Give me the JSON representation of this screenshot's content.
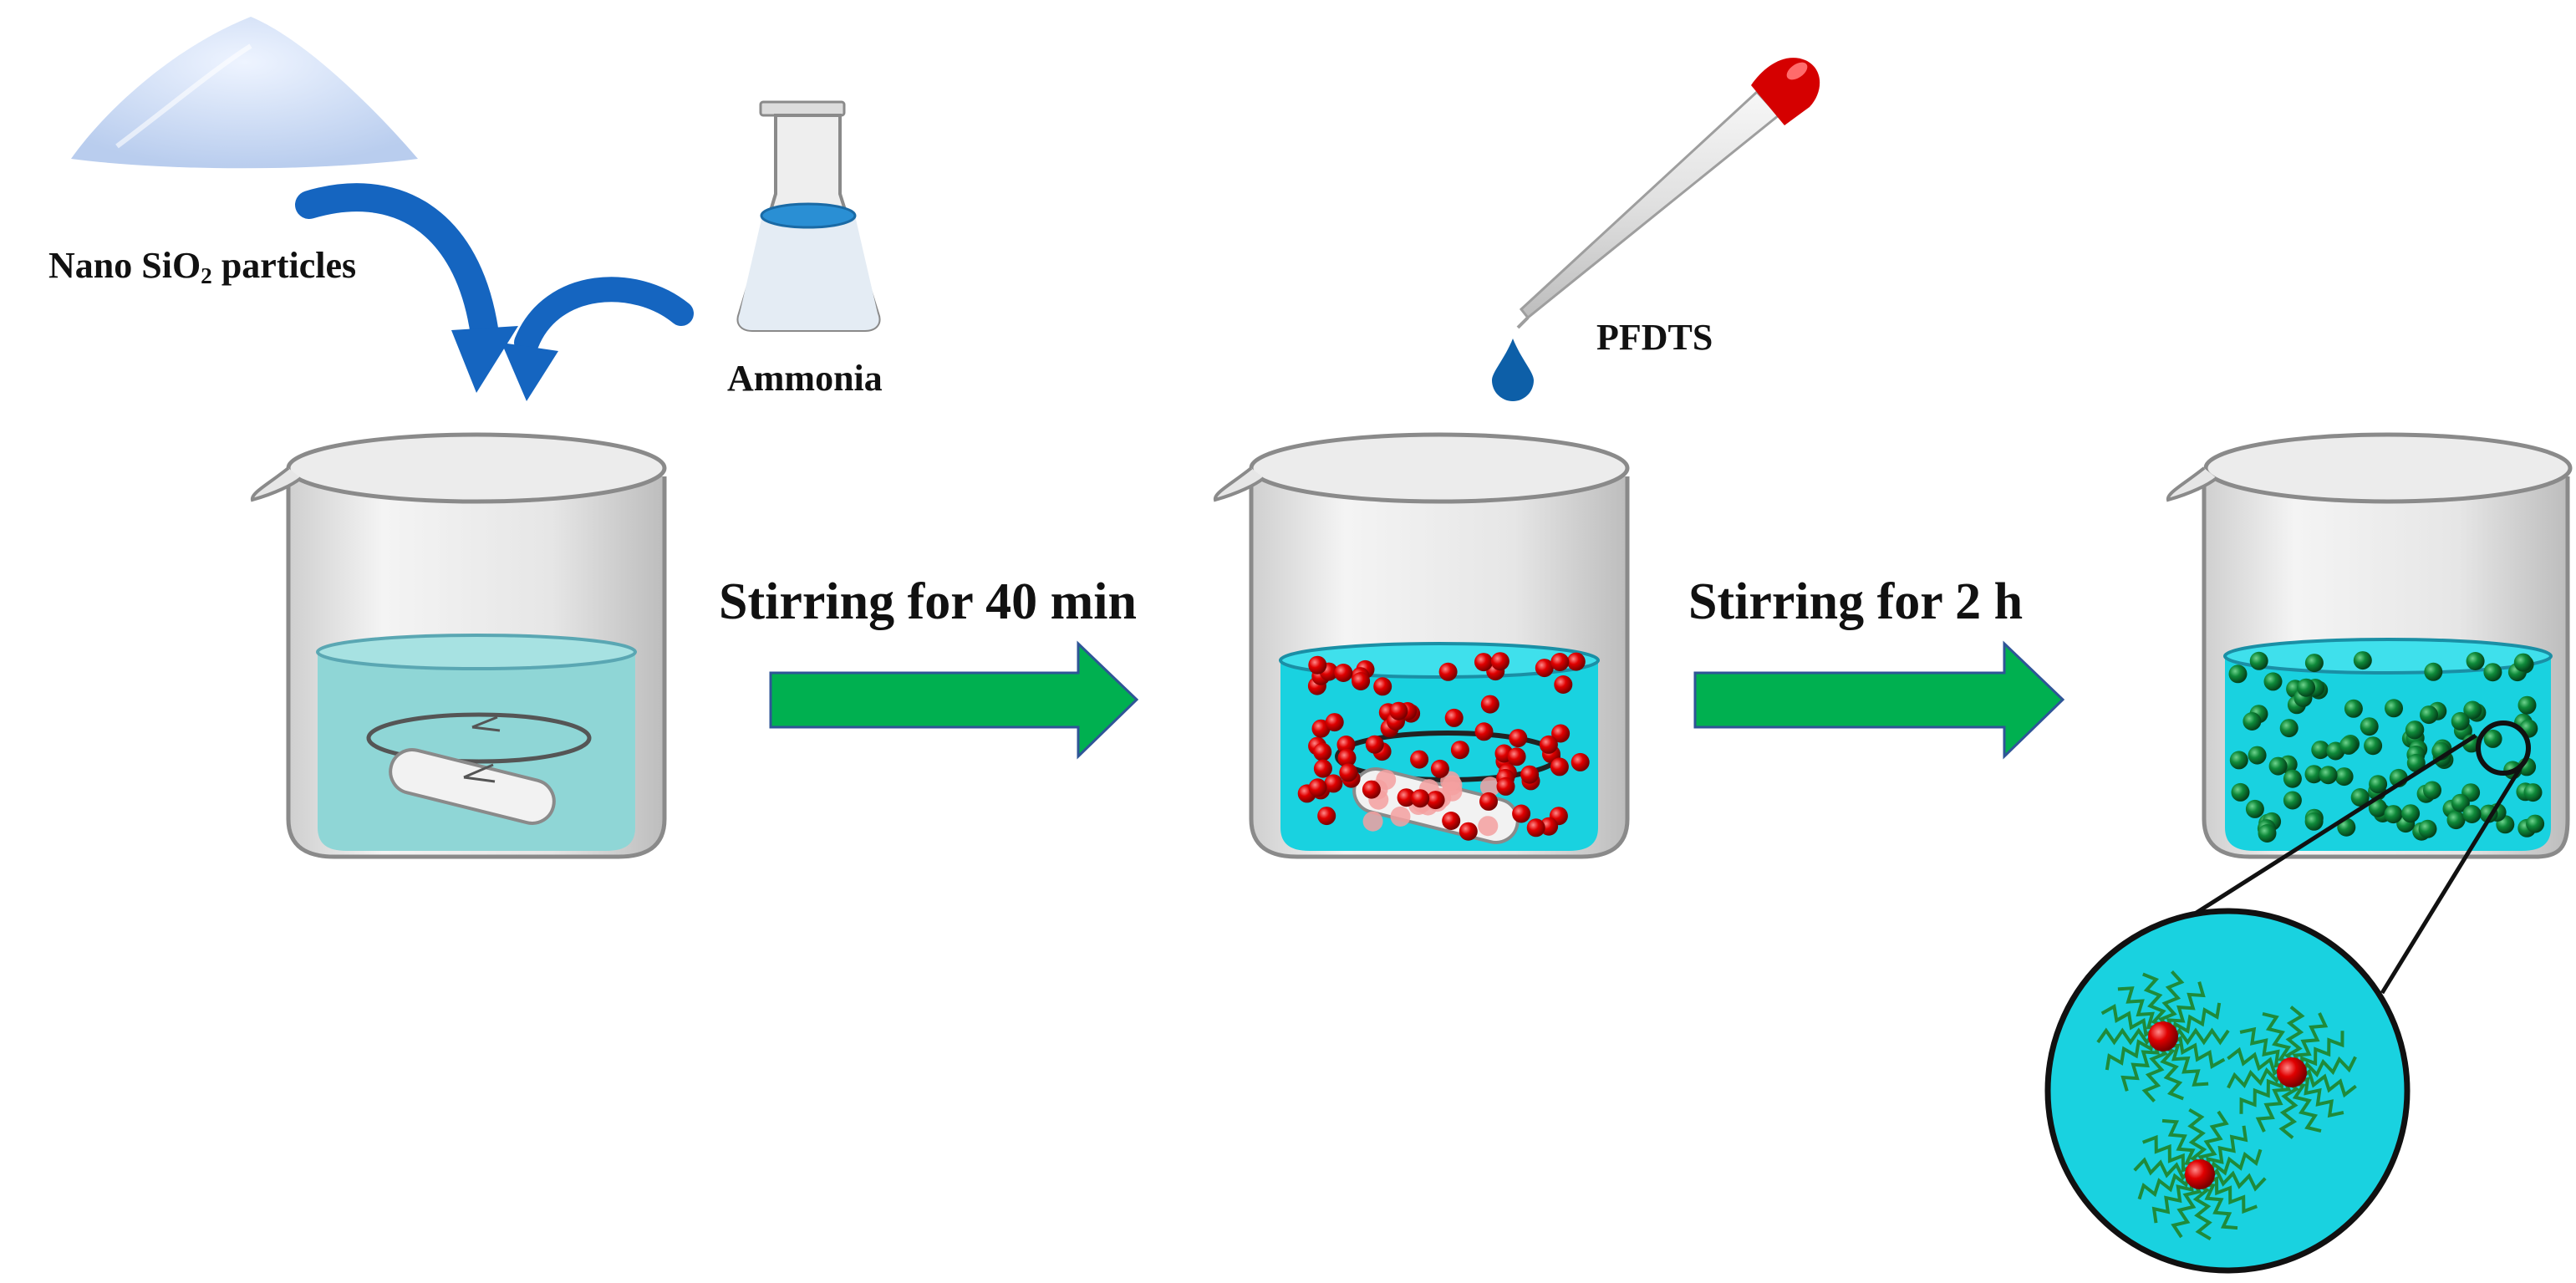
{
  "labels": {
    "nano_prefix": "Nano SiO",
    "nano_sub": "2",
    "nano_suffix": " particles",
    "ammonia": "Ammonia",
    "pfdts": "PFDTS",
    "step1": "Stirring for 40 min",
    "step2": "Stirring for 2 h"
  },
  "colors": {
    "powder": "#cfe0f6",
    "blue_arrow": "#1565c0",
    "flask_liquid": "#2a8fd4",
    "dropper_cap": "#d50000",
    "drop": "#0d5fa8",
    "beaker1_liquid": "#8fd6d6",
    "beaker_liquid": "#19d2e0",
    "process_arrow": "#00b050",
    "particle_red": "#e00000",
    "particle_green": "#0f8a3a"
  },
  "icons": {
    "powder": "powder-pile-icon",
    "flask": "erlenmeyer-flask-icon",
    "dropper": "dropper-icon",
    "beaker": "beaker-icon"
  }
}
